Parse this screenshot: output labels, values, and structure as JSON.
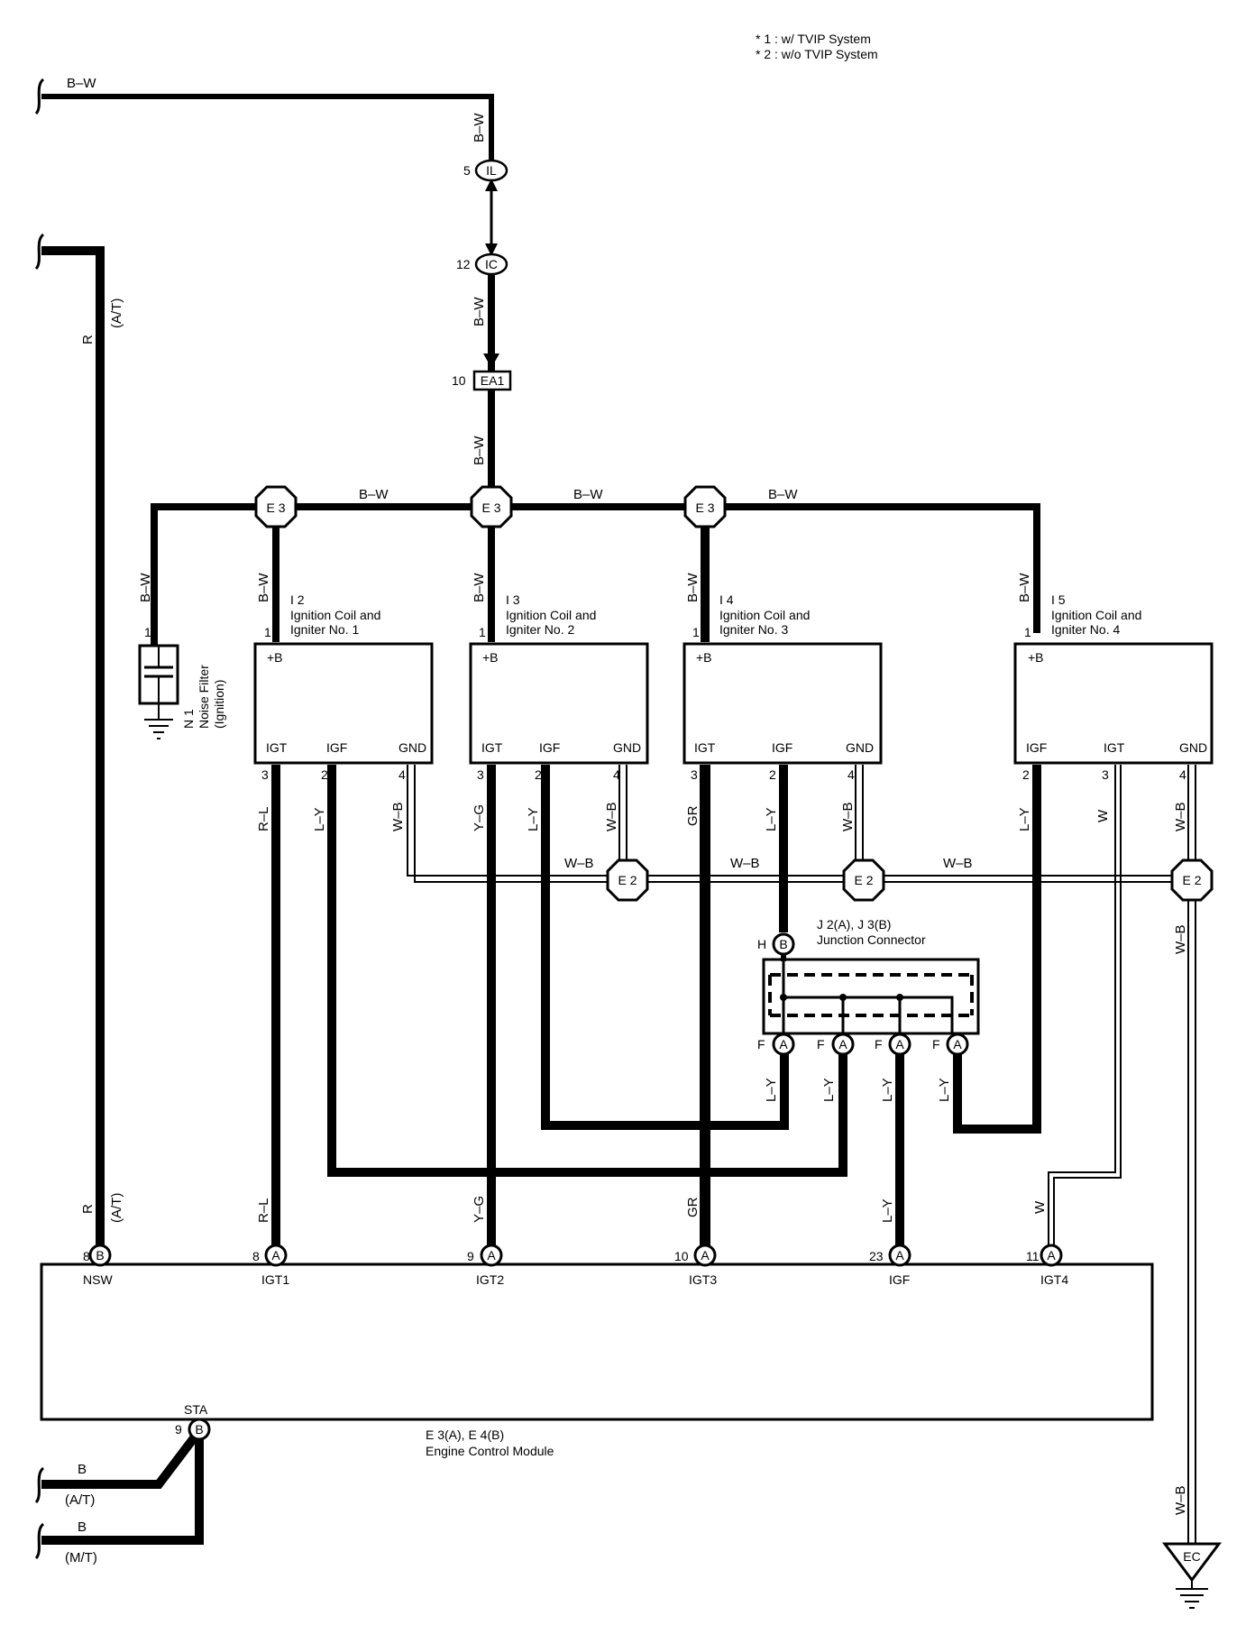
{
  "legend": {
    "note1": "* 1 : w/ TVIP System",
    "note2": "* 2 : w/o TVIP System"
  },
  "wires": {
    "bw": "B–W",
    "wb": "W–B",
    "r": "R",
    "at": "(A/T)",
    "mt": "(M/T)",
    "b": "B",
    "rl": "R–L",
    "ly": "L–Y",
    "yg": "Y–G",
    "gr": "GR",
    "w": "W"
  },
  "connectors": {
    "il": "IL",
    "ic": "IC",
    "ea1": "EA1",
    "e3": "E 3",
    "e2": "E 2",
    "a": "A",
    "b": "B",
    "ec": "EC"
  },
  "pins": {
    "p1": "1",
    "p2": "2",
    "p3": "3",
    "p4": "4",
    "p5": "5",
    "p8": "8",
    "p9": "9",
    "p10": "10",
    "p11": "11",
    "p12": "12",
    "p23": "23",
    "h": "H",
    "f": "F"
  },
  "components": {
    "n1_id": "N 1",
    "n1_name": "Noise Filter",
    "n1_sub": "(Ignition)",
    "i2_id": "I 2",
    "i3_id": "I 3",
    "i4_id": "I 4",
    "i5_id": "I 5",
    "coil_name": "Ignition Coil and",
    "igniter1": "Igniter No. 1",
    "igniter2": "Igniter No. 2",
    "igniter3": "Igniter No. 3",
    "igniter4": "Igniter No. 4",
    "plus_b": "+B",
    "igt": "IGT",
    "igf": "IGF",
    "gnd": "GND",
    "jc_id": "J 2(A), J 3(B)",
    "jc_name": "Junction Connector",
    "ecm_id": "E 3(A), E 4(B)",
    "ecm_name": "Engine Control Module"
  },
  "ecm_terminals": {
    "nsw": "NSW",
    "igt1": "IGT1",
    "igt2": "IGT2",
    "igt3": "IGT3",
    "igf": "IGF",
    "igt4": "IGT4",
    "sta": "STA"
  }
}
